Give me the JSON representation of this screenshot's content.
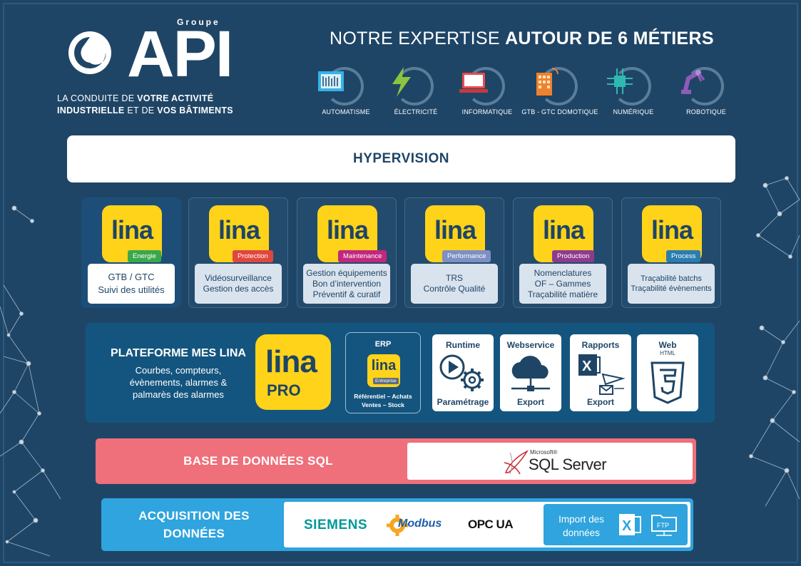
{
  "brand": {
    "groupe": "Groupe",
    "name": "API",
    "tagline_line1_plain": "LA CONDUITE DE ",
    "tagline_line1_bold": "VOTRE ACTIVITÉ",
    "tagline_line2_bold1": "INDUSTRIELLE",
    "tagline_line2_plain": " ET DE ",
    "tagline_line2_bold2": "VOS BÂTIMENTS"
  },
  "expertise": {
    "title_plain": "NOTRE EXPERTISE ",
    "title_bold": "AUTOUR DE 6 MÉTIERS",
    "metiers": [
      {
        "label": "AUTOMATISME",
        "icon": "plc-screen-icon"
      },
      {
        "label": "ÉLECTRICITÉ",
        "icon": "lightning-icon"
      },
      {
        "label": "INFORMATIQUE",
        "icon": "laptop-icon"
      },
      {
        "label": "GTB - GTC DOMOTIQUE",
        "icon": "smart-building-icon"
      },
      {
        "label": "NUMÉRIQUE",
        "icon": "chip-icon"
      },
      {
        "label": "ROBOTIQUE",
        "icon": "robot-arm-icon"
      }
    ]
  },
  "hypervision": {
    "label": "HYPERVISION"
  },
  "modules": [
    {
      "logo": "lina",
      "tag": "Energie",
      "tag_color": "#3aa84a",
      "lines": [
        "GTB / GTC",
        "Suivi des utilités"
      ]
    },
    {
      "logo": "lina",
      "tag": "Protection",
      "tag_color": "#e0463e",
      "lines": [
        "Vidéosurveillance",
        "Gestion des accès"
      ]
    },
    {
      "logo": "lina",
      "tag": "Maintenance",
      "tag_color": "#c2277e",
      "lines": [
        "Gestion équipements",
        "Bon d’intervention",
        "Préventif & curatif"
      ]
    },
    {
      "logo": "lina",
      "tag": "Performance",
      "tag_color": "#7d8fc4",
      "lines": [
        "TRS",
        "Contrôle Qualité"
      ]
    },
    {
      "logo": "lina",
      "tag": "Production",
      "tag_color": "#8e3b8e",
      "lines": [
        "Nomenclatures",
        "OF – Gammes",
        "Traçabilité matière"
      ]
    },
    {
      "logo": "lina",
      "tag": "Process",
      "tag_color": "#2b7db0",
      "lines": [
        "Traçabilité batchs",
        "Traçabilité évènements"
      ]
    }
  ],
  "platform": {
    "title": "PLATEFORME MES LINA",
    "desc_lines": [
      "Courbes, compteurs,",
      "évènements, alarmes &",
      "palmarès des alarmes"
    ],
    "linapro_word": "lina",
    "linapro_sub": "PRO",
    "erp": {
      "title": "ERP",
      "logo": "lina",
      "sub": "Entreprise",
      "line1": "Référentiel – Achats",
      "line2": "Ventes – Stock"
    },
    "tiles": [
      {
        "title": "Runtime",
        "subtitle": "",
        "bottom": "Paramétrage",
        "icon": "play-gear-icon"
      },
      {
        "title": "Webservice",
        "subtitle": "",
        "bottom": "Export",
        "icon": "cloud-network-icon"
      },
      {
        "title": "Rapports",
        "subtitle": "",
        "bottom": "Export",
        "icon": "excel-mail-icon"
      },
      {
        "title": "Web",
        "subtitle": "HTML",
        "bottom": "",
        "icon": "html5-icon"
      }
    ]
  },
  "sql": {
    "label": "BASE DE DONNÉES SQL",
    "vendor_small": "Microsoft®",
    "vendor": "SQL Server"
  },
  "acquisition": {
    "label_line1": "ACQUISITION DES",
    "label_line2": "DONNÉES",
    "siemens": "SIEMENS",
    "modbus": "Modbus",
    "opc": "OPC UA",
    "import_line1": "Import des",
    "import_line2": "données",
    "ftp": "FTP"
  },
  "colors": {
    "background": "#1f4566",
    "lina_yellow": "#ffd31a",
    "sql_red": "#ef6f7a",
    "acq_blue": "#2fa4de"
  }
}
